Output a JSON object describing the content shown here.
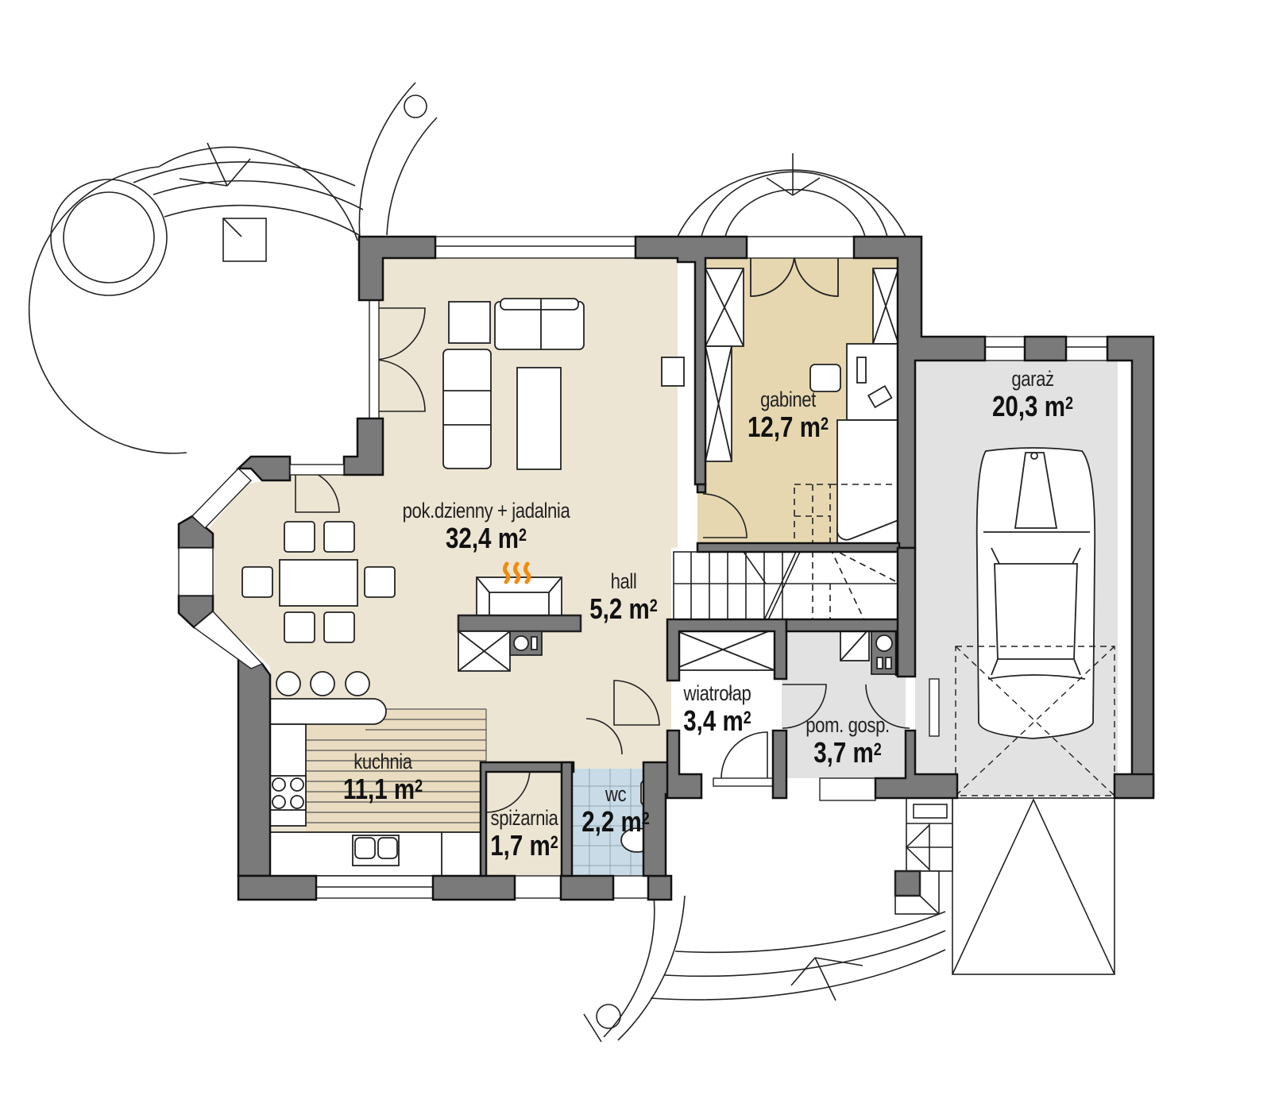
{
  "plan": {
    "title": "Ground floor plan",
    "colors": {
      "wall": "#7a7a7a",
      "wall_outline": "#111111",
      "living_floor": "#ede5d3",
      "office_floor": "#e6d7b0",
      "utility_floor": "#e2e2e2",
      "garage_floor": "#e2e2e2",
      "wc_floor": "#c9dbe6",
      "kitchen_floor": "#e9dcc0",
      "flame": "#f08c10",
      "outside": "#ffffff"
    },
    "area_unit": "m",
    "area_exponent": "2",
    "rooms": [
      {
        "id": "living",
        "name": "pok.dzienny  + jadalnia",
        "area": "32,4"
      },
      {
        "id": "hall",
        "name": "hall",
        "area": "5,2"
      },
      {
        "id": "office",
        "name": "gabinet",
        "area": "12,7"
      },
      {
        "id": "garage",
        "name": "garaż",
        "area": "20,3"
      },
      {
        "id": "vestibule",
        "name": "wiatrołap",
        "area": "3,4"
      },
      {
        "id": "utility",
        "name": "pom. gosp.",
        "area": "3,7"
      },
      {
        "id": "kitchen",
        "name": "kuchnia",
        "area": "11,1"
      },
      {
        "id": "pantry",
        "name": "spiżarnia",
        "area": "1,7"
      },
      {
        "id": "wc",
        "name": "wc",
        "area": "2,2"
      }
    ]
  }
}
